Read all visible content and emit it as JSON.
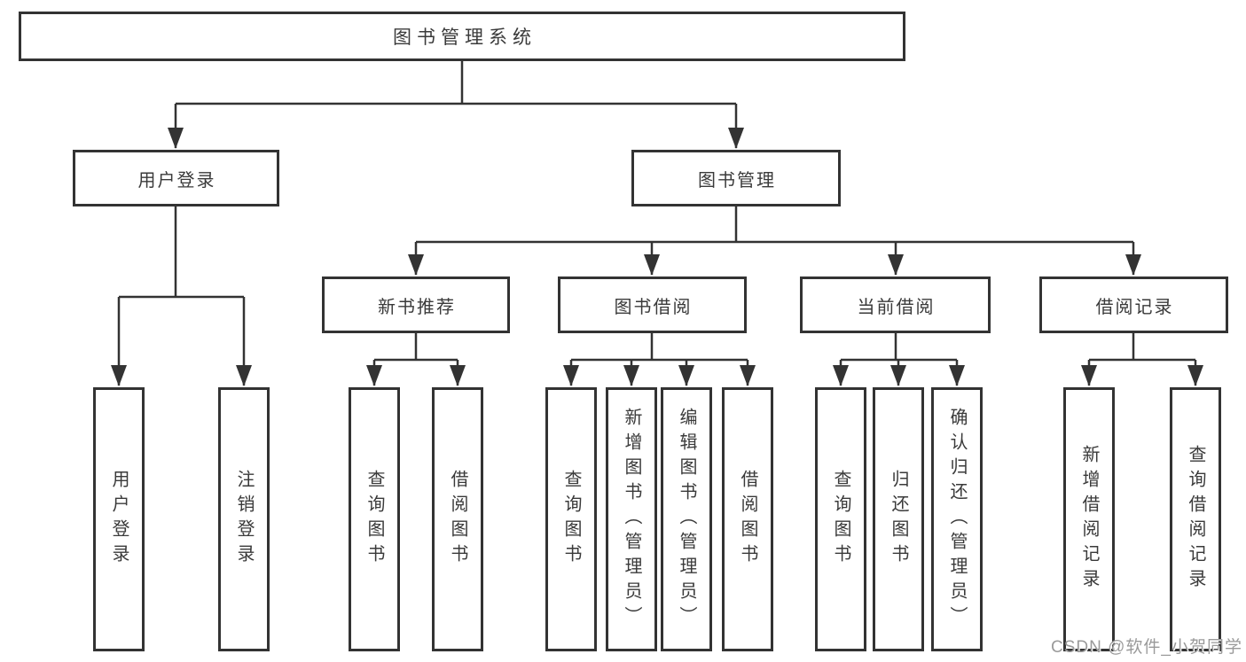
{
  "tree": {
    "root": "图书管理系统",
    "level2": [
      {
        "label": "用户登录",
        "children": [
          {
            "label": "用户登录"
          },
          {
            "label": "注销登录"
          }
        ]
      },
      {
        "label": "图书管理",
        "children": [
          {
            "label": "新书推荐",
            "children": [
              {
                "label": "查询图书"
              },
              {
                "label": "借阅图书"
              }
            ]
          },
          {
            "label": "图书借阅",
            "children": [
              {
                "label": "查询图书"
              },
              {
                "label": "新增图书（管理员）"
              },
              {
                "label": "编辑图书（管理员）"
              },
              {
                "label": "借阅图书"
              }
            ]
          },
          {
            "label": "当前借阅",
            "children": [
              {
                "label": "查询图书"
              },
              {
                "label": "归还图书"
              },
              {
                "label": "确认归还（管理员）"
              }
            ]
          },
          {
            "label": "借阅记录",
            "children": [
              {
                "label": "新增借阅记录"
              },
              {
                "label": "查询借阅记录"
              }
            ]
          }
        ]
      }
    ]
  },
  "watermark": {
    "text": "CSDN @软件_小贺同学"
  },
  "colors": {
    "line": "#333333",
    "box_border": "#333333",
    "box_fill": "#ffffff",
    "text": "#3a3a3a",
    "watermark": "#9a9a9a"
  }
}
